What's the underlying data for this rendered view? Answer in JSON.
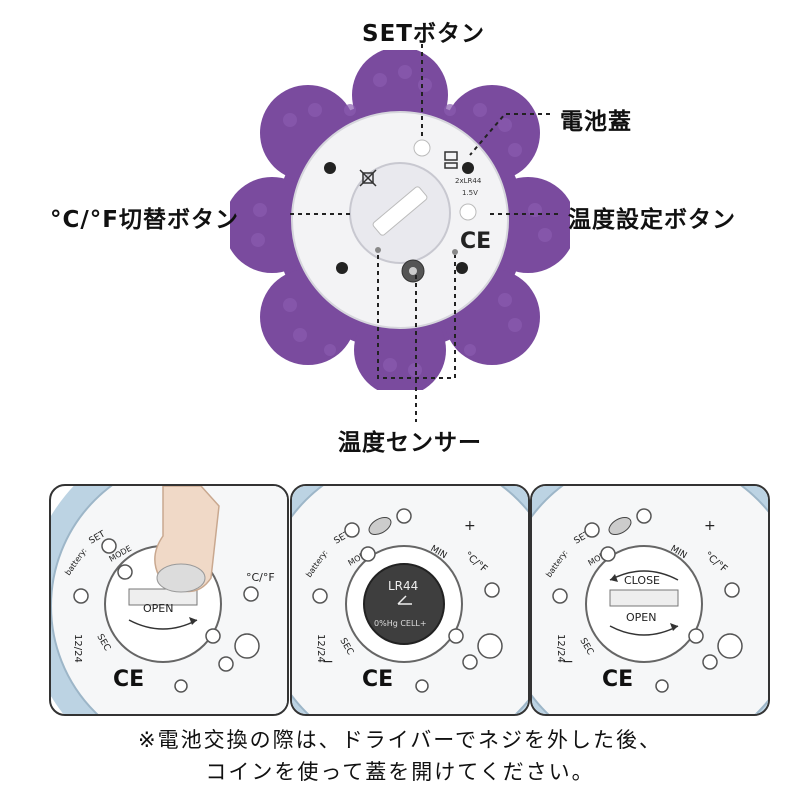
{
  "callouts": {
    "set_button": "SETボタン",
    "battery_cover": "電池蓋",
    "unit_toggle": "°C/°F切替ボタン",
    "temp_setting": "温度設定ボタン",
    "temp_sensor": "温度センサー"
  },
  "device_back": {
    "battery_small": "2xLR44",
    "voltage_small": "1.5V",
    "ce_mark": "CE"
  },
  "panel_text": {
    "set": "SET",
    "mode": "MODE",
    "battery": "battery:",
    "min": "MIN",
    "cf": "°C/°F",
    "sec": "SEC",
    "hour_format": "12/24",
    "plus": "+",
    "minus": "−",
    "open": "OPEN",
    "close": "CLOSE",
    "cell_model": "LR44",
    "cell_mercury": "0%Hg CELL+",
    "ce": "CE"
  },
  "note": {
    "line1": "※電池交換の際は、ドライバーでネジを外した後、",
    "line2": "コインを使って蓋を開けてください。"
  },
  "colors": {
    "purple": "#7a4b9e",
    "purple_dark": "#6a3d8c",
    "light_blue": "#bcd3e3",
    "back_plate": "#f3f3f5"
  }
}
